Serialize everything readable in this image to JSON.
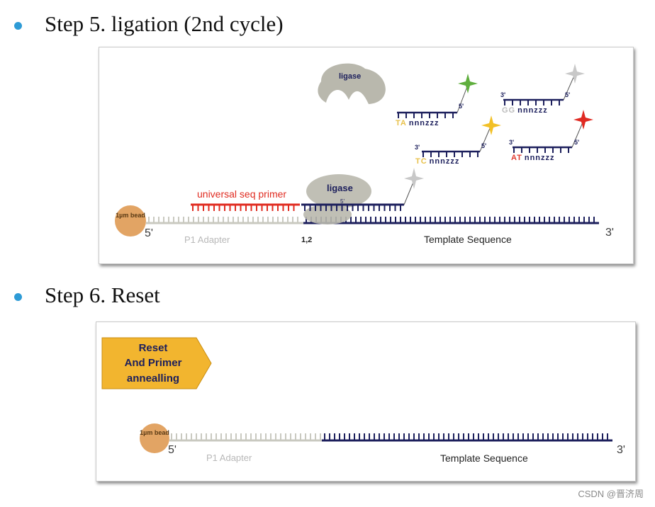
{
  "steps": [
    {
      "title": "Step 5. ligation (2nd cycle)"
    },
    {
      "title": "Step 6. Reset"
    }
  ],
  "panel1": {
    "bead_label": "1µm bead",
    "five_prime": "5'",
    "three_prime": "3'",
    "p1_adapter": "P1 Adapter",
    "template_sequence": "Template Sequence",
    "position_label": "1,2",
    "primer_label": "universal seq primer",
    "ligase_top": "ligase",
    "ligase_bound": "ligase",
    "probes": [
      {
        "left_label": "",
        "end_label": "5'",
        "bases_prefix": "TA",
        "bases_suffix": "nnnzzz",
        "prefix_color": "#e8c14a",
        "star_color": "#5fae3d"
      },
      {
        "left_label": "3'",
        "end_label": "5'",
        "bases_prefix": "TC",
        "bases_suffix": "nnnzzz",
        "prefix_color": "#e8c14a",
        "star_color": "#f2c026"
      },
      {
        "left_label": "3'",
        "end_label": "5'",
        "bases_prefix": "GG",
        "bases_suffix": "nnnzzz",
        "prefix_color": "#bdbdbd",
        "star_color": "#c8c8c8"
      },
      {
        "left_label": "3'",
        "end_label": "5'",
        "bases_prefix": "AT",
        "bases_suffix": "nnnzzz",
        "prefix_color": "#e03a2f",
        "star_color": "#e02a22"
      }
    ],
    "bound_probe_end": "5'"
  },
  "panel2": {
    "arrow_text_1": "Reset",
    "arrow_text_2": "And Primer",
    "arrow_text_3": "annealling",
    "bead_label": "1µm bead",
    "five_prime": "5'",
    "three_prime": "3'",
    "p1_adapter": "P1 Adapter",
    "template_sequence": "Template Sequence"
  },
  "watermark": "CSDN @晋济周",
  "colors": {
    "bullet": "#2e9bd6",
    "dark_strand": "#1c1f5c",
    "light_strand": "#c9c9c0",
    "primer": "#e02b20",
    "bead": "#e2a464",
    "ligase": "#b9b8ad",
    "arrow": "#f2b52f"
  }
}
